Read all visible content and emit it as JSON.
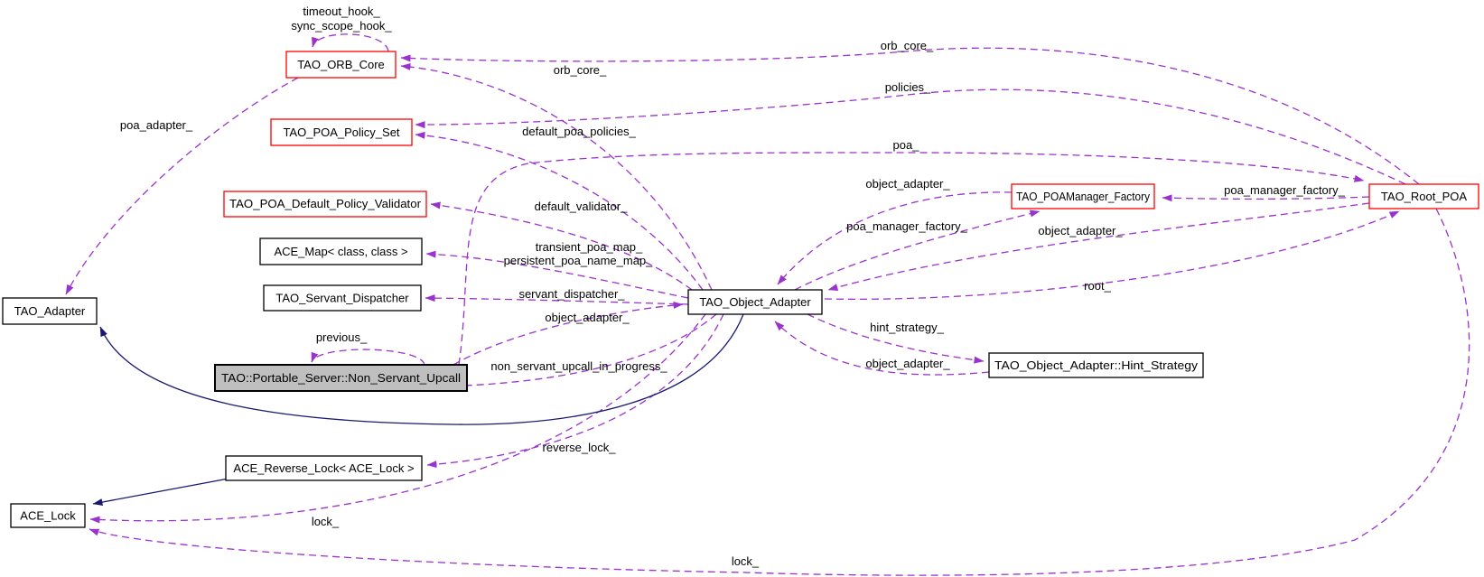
{
  "diagram": {
    "type": "doxygen-collaboration-graph",
    "colors": {
      "usage_edge": "#9a32cd",
      "inheritance_edge": "#191970",
      "focus_node_fill": "#bfbfbf",
      "linked_node_border": "#ff0000",
      "plain_node_border": "#000000",
      "background": "#ffffff"
    },
    "nodes": [
      {
        "id": "tao-orb-core",
        "label": "TAO_ORB_Core",
        "border": "red"
      },
      {
        "id": "tao-poa-policy-set",
        "label": "TAO_POA_Policy_Set",
        "border": "red"
      },
      {
        "id": "tao-poa-default-policy-validator",
        "label": "TAO_POA_Default_Policy_Validator",
        "border": "red"
      },
      {
        "id": "ace-map",
        "label": "ACE_Map< class, class >",
        "border": "black"
      },
      {
        "id": "tao-servant-dispatcher",
        "label": "TAO_Servant_Dispatcher",
        "border": "black"
      },
      {
        "id": "tao-adapter",
        "label": "TAO_Adapter",
        "border": "black"
      },
      {
        "id": "non-servant-upcall",
        "label": "TAO::Portable_Server::Non_Servant_Upcall",
        "border": "black",
        "fill": "#bfbfbf",
        "focus": true
      },
      {
        "id": "ace-reverse-lock",
        "label": "ACE_Reverse_Lock< ACE_Lock >",
        "border": "black"
      },
      {
        "id": "ace-lock",
        "label": "ACE_Lock",
        "border": "black"
      },
      {
        "id": "tao-object-adapter",
        "label": "TAO_Object_Adapter",
        "border": "black"
      },
      {
        "id": "tao-poamanager-factory",
        "label": "TAO_POAManager_Factory",
        "border": "red"
      },
      {
        "id": "tao-root-poa",
        "label": "TAO_Root_POA",
        "border": "red"
      },
      {
        "id": "hint-strategy",
        "label": "TAO_Object_Adapter::Hint_Strategy",
        "border": "black"
      }
    ],
    "edges": [
      {
        "from": "TAO_ORB_Core",
        "to": "TAO_ORB_Core",
        "label": "timeout_hook_",
        "label2": "sync_scope_hook_",
        "kind": "usage"
      },
      {
        "from": "TAO_ORB_Core",
        "to": "TAO_Adapter",
        "label": "poa_adapter_",
        "kind": "usage"
      },
      {
        "from": "TAO_Object_Adapter",
        "to": "TAO_ORB_Core",
        "label": "orb_core_",
        "kind": "usage"
      },
      {
        "from": "TAO_Root_POA",
        "to": "TAO_ORB_Core",
        "label": "orb_core_",
        "kind": "usage"
      },
      {
        "from": "TAO_Object_Adapter",
        "to": "TAO_POA_Policy_Set",
        "label": "default_poa_policies_",
        "kind": "usage"
      },
      {
        "from": "TAO_Root_POA",
        "to": "TAO_POA_Policy_Set",
        "label": "policies_",
        "kind": "usage"
      },
      {
        "from": "TAO::Portable_Server::Non_Servant_Upcall",
        "to": "TAO_Root_POA",
        "label": "poa_",
        "kind": "usage"
      },
      {
        "from": "TAO_Object_Adapter",
        "to": "TAO_POA_Default_Policy_Validator",
        "label": "default_validator_",
        "kind": "usage"
      },
      {
        "from": "TAO_Object_Adapter",
        "to": "ACE_Map< class, class >",
        "label": "transient_poa_map_",
        "label2": "persistent_poa_name_map_",
        "kind": "usage"
      },
      {
        "from": "TAO_Object_Adapter",
        "to": "TAO_Servant_Dispatcher",
        "label": "servant_dispatcher_",
        "kind": "usage"
      },
      {
        "from": "TAO::Portable_Server::Non_Servant_Upcall",
        "to": "TAO_Object_Adapter",
        "label": "object_adapter_",
        "kind": "usage"
      },
      {
        "from": "TAO_Object_Adapter",
        "to": "TAO::Portable_Server::Non_Servant_Upcall",
        "label": "non_servant_upcall_in_progress_",
        "kind": "usage"
      },
      {
        "from": "TAO::Portable_Server::Non_Servant_Upcall",
        "to": "TAO::Portable_Server::Non_Servant_Upcall",
        "label": "previous_",
        "kind": "usage"
      },
      {
        "from": "TAO_POAManager_Factory",
        "to": "TAO_Object_Adapter",
        "label": "object_adapter_",
        "kind": "usage"
      },
      {
        "from": "TAO_Object_Adapter",
        "to": "TAO_POAManager_Factory",
        "label": "poa_manager_factory_",
        "kind": "usage"
      },
      {
        "from": "TAO_Root_POA",
        "to": "TAO_POAManager_Factory",
        "label": "poa_manager_factory_",
        "kind": "usage"
      },
      {
        "from": "TAO_Root_POA",
        "to": "TAO_Object_Adapter",
        "label": "object_adapter_",
        "kind": "usage"
      },
      {
        "from": "TAO_Object_Adapter",
        "to": "TAO_Root_POA",
        "label": "root_",
        "kind": "usage"
      },
      {
        "from": "TAO_Object_Adapter",
        "to": "TAO_Object_Adapter::Hint_Strategy",
        "label": "hint_strategy_",
        "kind": "usage"
      },
      {
        "from": "TAO_Object_Adapter::Hint_Strategy",
        "to": "TAO_Object_Adapter",
        "label": "object_adapter_",
        "kind": "usage"
      },
      {
        "from": "TAO_Object_Adapter",
        "to": "ACE_Reverse_Lock< ACE_Lock >",
        "label": "reverse_lock_",
        "kind": "usage"
      },
      {
        "from": "TAO_Object_Adapter",
        "to": "ACE_Lock",
        "label": "lock_",
        "kind": "usage"
      },
      {
        "from": "TAO_Root_POA",
        "to": "ACE_Lock",
        "label": "lock_",
        "kind": "usage"
      },
      {
        "from": "TAO_Object_Adapter",
        "to": "TAO_Adapter",
        "label": "",
        "kind": "inheritance"
      },
      {
        "from": "ACE_Reverse_Lock< ACE_Lock >",
        "to": "ACE_Lock",
        "label": "",
        "kind": "inheritance"
      }
    ]
  }
}
